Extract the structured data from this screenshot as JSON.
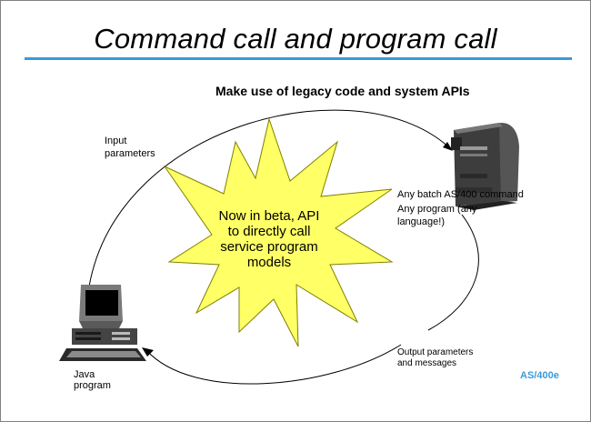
{
  "slide": {
    "title": "Command call and program call",
    "subtitle": "Make use of legacy code and system APIs",
    "brand": "AS/400e"
  },
  "labels": {
    "input_line1": "Input",
    "input_line2": "parameters",
    "batch_command": "Any batch AS/400 command",
    "any_program_line1": "Any program (any",
    "any_program_line2": "language!)",
    "output_line1": "Output parameters",
    "output_line2": "and messages",
    "java_line1": "Java",
    "java_line2": "program"
  },
  "starburst": {
    "line1": "Now in beta, API",
    "line2": "to directly call",
    "line3": "service program",
    "line4": "models"
  },
  "colors": {
    "accent": "#3a9ad9",
    "starburst_fill": "#ffff66",
    "starburst_stroke": "#808000"
  },
  "icons": [
    "as400-server-icon",
    "pc-computer-icon",
    "starburst-shape"
  ]
}
